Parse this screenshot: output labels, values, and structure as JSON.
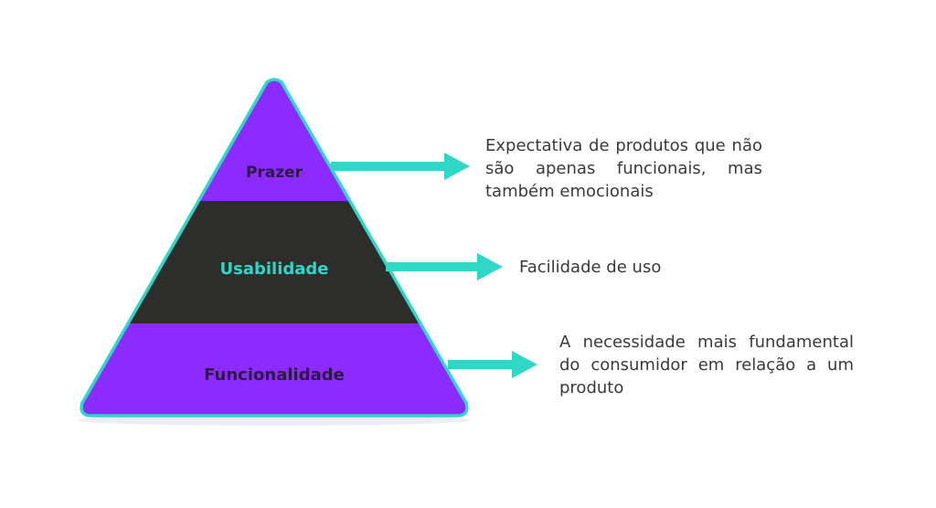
{
  "colors": {
    "purple": "#8B2BFF",
    "dark": "#2D2D2B",
    "teal": "#2ED7C6",
    "label_dark": "#2D1B3D",
    "text": "#3a3a3a"
  },
  "levels": {
    "top": {
      "label": "Prazer",
      "description": "Expectativa de produtos que não são apenas funcionais, mas também emocionais"
    },
    "middle": {
      "label": "Usabilidade",
      "description": "Facilidade de uso"
    },
    "bottom": {
      "label": "Funcionalidade",
      "description": "A necessidade mais fundamental do consumidor em relação a um produto"
    }
  }
}
